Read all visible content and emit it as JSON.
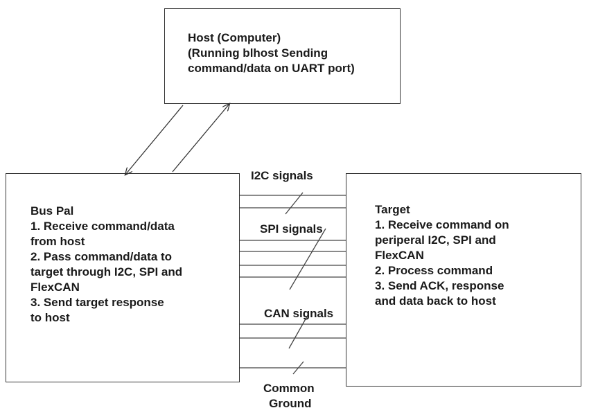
{
  "host": {
    "lines": [
      "Host (Computer)",
      "(Running blhost Sending",
      "command/data on UART port)"
    ]
  },
  "bus_pal": {
    "lines": [
      "Bus Pal",
      "1.   Receive command/data",
      "from host",
      "2.   Pass command/data to",
      "target through I2C, SPI and",
      "FlexCAN",
      "3.   Send target response",
      "to host"
    ]
  },
  "target": {
    "lines": [
      "Target",
      "1.   Receive command on",
      "periperal I2C, SPI and",
      "FlexCAN",
      "2.   Process command",
      "3.   Send ACK, response",
      "and data back to host"
    ]
  },
  "signals": {
    "i2c": "I2C signals",
    "spi": "SPI signals",
    "can": "CAN signals",
    "ground": [
      "Common",
      "Ground"
    ]
  }
}
